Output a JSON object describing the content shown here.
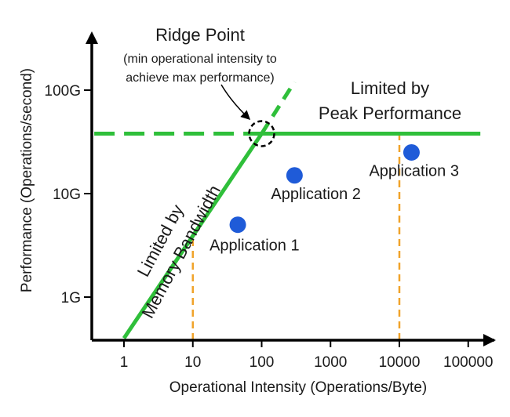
{
  "chart_data": {
    "type": "line",
    "title": "",
    "xlabel": "Operational Intensity (Operations/Byte)",
    "ylabel": "Performance (Operations/second)",
    "x_scale": "log",
    "y_scale": "log",
    "xlim": [
      0.3,
      250000
    ],
    "ylim": [
      400000000,
      400000000000
    ],
    "x_tick_labels": [
      "1",
      "10",
      "100",
      "1000",
      "10000",
      "100000"
    ],
    "y_tick_labels": [
      "1G",
      "10G",
      "100G"
    ],
    "series": [
      {
        "name": "Limited by Memory Bandwidth",
        "points": [
          [
            1,
            400000000
          ],
          [
            100,
            38000000000
          ]
        ]
      },
      {
        "name": "Limited by Peak Performance",
        "points": [
          [
            100,
            38000000000
          ],
          [
            150000,
            38000000000
          ]
        ]
      }
    ],
    "extensions": {
      "diagonal": [
        [
          100,
          38000000000
        ],
        [
          300,
          120000000000
        ]
      ],
      "horizontal": [
        [
          0.3,
          38000000000
        ],
        [
          100,
          38000000000
        ]
      ]
    },
    "applications": [
      {
        "label": "Application 1",
        "x": 45,
        "y": 5000000000
      },
      {
        "label": "Application 2",
        "x": 300,
        "y": 15000000000
      },
      {
        "label": "Application 3",
        "x": 15000,
        "y": 25000000000
      }
    ],
    "guides_x": [
      10,
      10000
    ],
    "ridge": {
      "x": 100,
      "y": 38000000000
    },
    "annotations": {
      "ridge_title": "Ridge Point",
      "ridge_note_line1": "(min operational intensity to",
      "ridge_note_line2": "achieve max performance)",
      "peak_line1": "Limited by",
      "peak_line2": "Peak Performance",
      "memory_line1": "Limited by",
      "memory_line2": "Memory Bandwidth"
    },
    "colors": {
      "roofline": "#2fbf3a",
      "application": "#1f5bd8",
      "guide": "#f0a32a",
      "axis": "#000000"
    }
  }
}
